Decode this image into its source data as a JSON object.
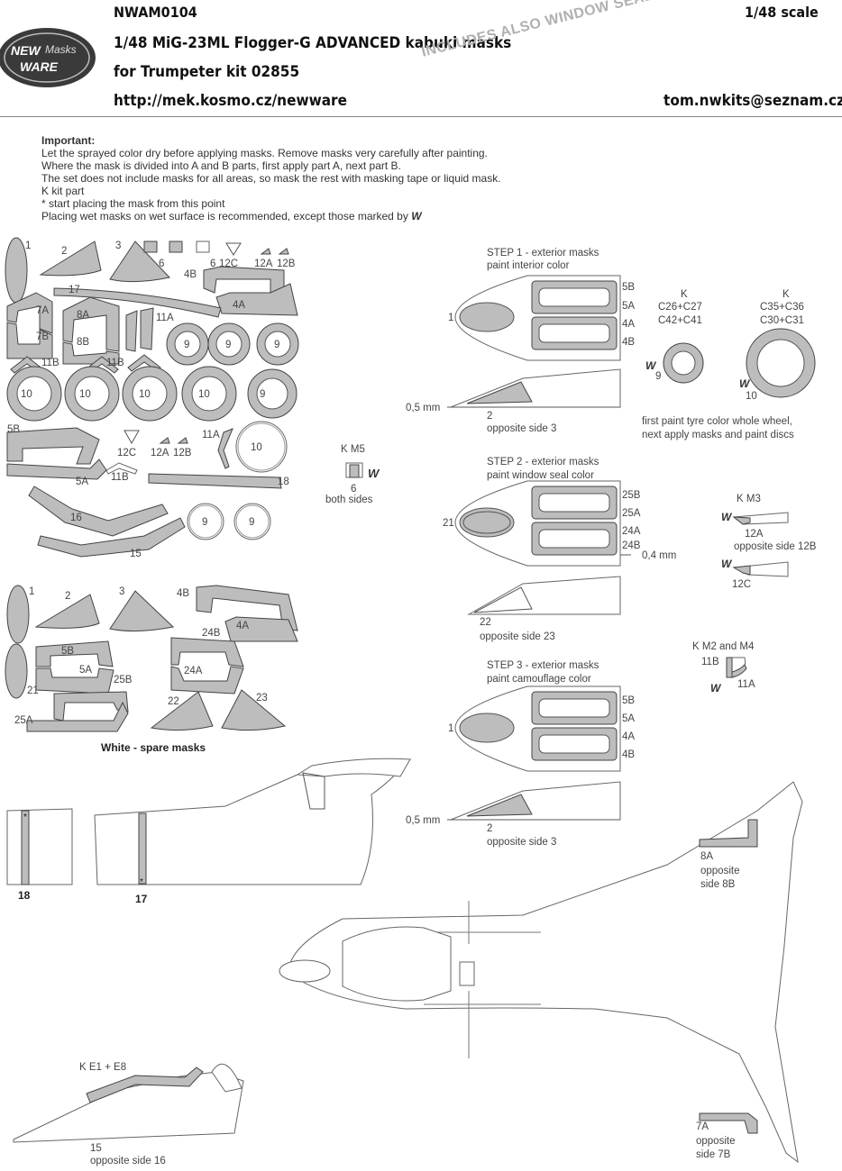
{
  "header": {
    "code": "NWAM0104",
    "scale": "1/48 scale",
    "title": "1/48 MiG-23ML Flogger-G ADVANCED kabuki masks",
    "subtitle": "for Trumpeter kit 02855",
    "url": "http://mek.kosmo.cz/newware",
    "email": "tom.nwkits@seznam.cz",
    "stamp": "INCLUDES ALSO WINDOW SEALS MASKS",
    "logo": {
      "line1": "NEW",
      "line2": "Masks",
      "line3": "WARE"
    }
  },
  "instructions": {
    "heading": "Important:",
    "lines": [
      "Let the sprayed color dry before applying masks. Remove masks very carefully after painting.",
      "Where the mask is divided into A and B parts, first apply part A, next part B.",
      "The set does not include masks for all areas, so mask the rest with masking tape or liquid mask.",
      "K kit part",
      "*  start placing the mask from this point",
      "Placing wet masks on wet surface is recommended, except those marked by"
    ],
    "w_mark": "W"
  },
  "sheet_labels": {
    "l1": "1",
    "l2": "2",
    "l3": "3",
    "l6a": "6",
    "l6b": "6",
    "l4b": "4B",
    "l12c": "12C",
    "l12a": "12A",
    "l12b": "12B",
    "l17": "17",
    "l4a": "4A",
    "l7a": "7A",
    "l8a": "8A",
    "l11a": "11A",
    "l7b": "7B",
    "l8b": "8B",
    "l9a": "9",
    "l9b": "9",
    "l9c": "9",
    "l11b1": "11B",
    "l11b2": "11B",
    "l10a": "10",
    "l10b": "10",
    "l10c": "10",
    "l10d": "10",
    "l9d": "9",
    "l5b": "5B",
    "l12c2": "12C",
    "l12a2": "12A",
    "l12b2": "12B",
    "l11a2": "11A",
    "l10e": "10",
    "l5a": "5A",
    "l11b3": "11B",
    "l18": "18",
    "l16": "16",
    "l15": "15",
    "l9e": "9",
    "l9f": "9"
  },
  "km5": {
    "title": "K M5",
    "part": "6",
    "note": "both sides",
    "w": "W"
  },
  "spare": {
    "caption": "White - spare masks",
    "labels": {
      "s1": "1",
      "s2": "2",
      "s3": "3",
      "s4b": "4B",
      "s4a": "4A",
      "s24b": "24B",
      "s5b": "5B",
      "s5a": "5A",
      "s25b": "25B",
      "s24a": "24A",
      "s21": "21",
      "s25a": "25A",
      "s22": "22",
      "s23": "23"
    }
  },
  "steps": [
    {
      "title": "STEP 1 - exterior masks",
      "sub": "paint interior color",
      "parts": [
        "5B",
        "5A",
        "4A",
        "4B"
      ],
      "canopy": "1",
      "dim": "0,5 mm",
      "side_a": "2",
      "side_b": "opposite side 3"
    },
    {
      "title": "STEP 2 - exterior masks",
      "sub": "paint window seal color",
      "parts": [
        "25B",
        "25A",
        "24A",
        "24B"
      ],
      "canopy": "21",
      "dim": "0,4 mm",
      "side_a": "22",
      "side_b": "opposite side 23"
    },
    {
      "title": "STEP 3 - exterior masks",
      "sub": "paint camouflage color",
      "parts": [
        "5B",
        "5A",
        "4A",
        "4B"
      ],
      "canopy": "1",
      "dim": "0,5 mm",
      "side_a": "2",
      "side_b": "opposite side 3"
    }
  ],
  "wheels": {
    "left": {
      "k": "K",
      "parts1": "C26+C27",
      "parts2": "C42+C41",
      "w": "W",
      "num": "9"
    },
    "right": {
      "k": "K",
      "parts1": "C35+C36",
      "parts2": "C30+C31",
      "w": "W",
      "num": "10"
    },
    "note1": "first paint tyre color whole wheel,",
    "note2": "next apply masks and paint discs"
  },
  "km3": {
    "title": "K M3",
    "w1": "W",
    "l1": "12A",
    "l2": "opposite side 12B",
    "w2": "W",
    "l3": "12C"
  },
  "km2": {
    "title": "K M2 and M4",
    "l1": "11B",
    "l2": "11A",
    "w": "W"
  },
  "fuselage": {
    "l18": "18",
    "l17": "17"
  },
  "topview": {
    "l8a": "8A",
    "l8a2": "opposite",
    "l8a3": "side 8B",
    "l7a": "7A",
    "l7a2": "opposite",
    "l7a3": "side 7B"
  },
  "ke": {
    "title": "K E1 + E8",
    "l1": "15",
    "l2": "opposite side 16"
  }
}
